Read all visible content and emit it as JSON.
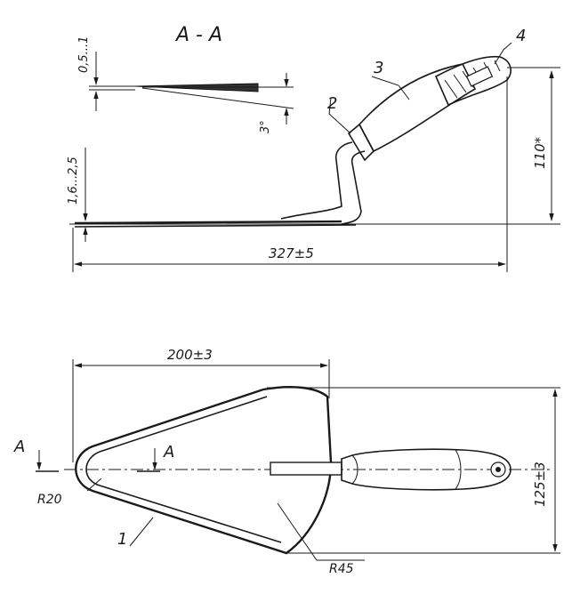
{
  "section_label": "A - A",
  "section_dims": {
    "thickness": "0,5...1",
    "angle": "3°"
  },
  "side_view": {
    "blade_thickness": "1,6...2,5",
    "total_length": "327±5",
    "height": "110*"
  },
  "plan_view": {
    "blade_length": "200±3",
    "width": "125±3",
    "tip_radius": "R20",
    "side_radius": "R45",
    "section_mark_left": "A",
    "section_mark_right": "A"
  },
  "parts": [
    "1",
    "2",
    "3",
    "4"
  ]
}
